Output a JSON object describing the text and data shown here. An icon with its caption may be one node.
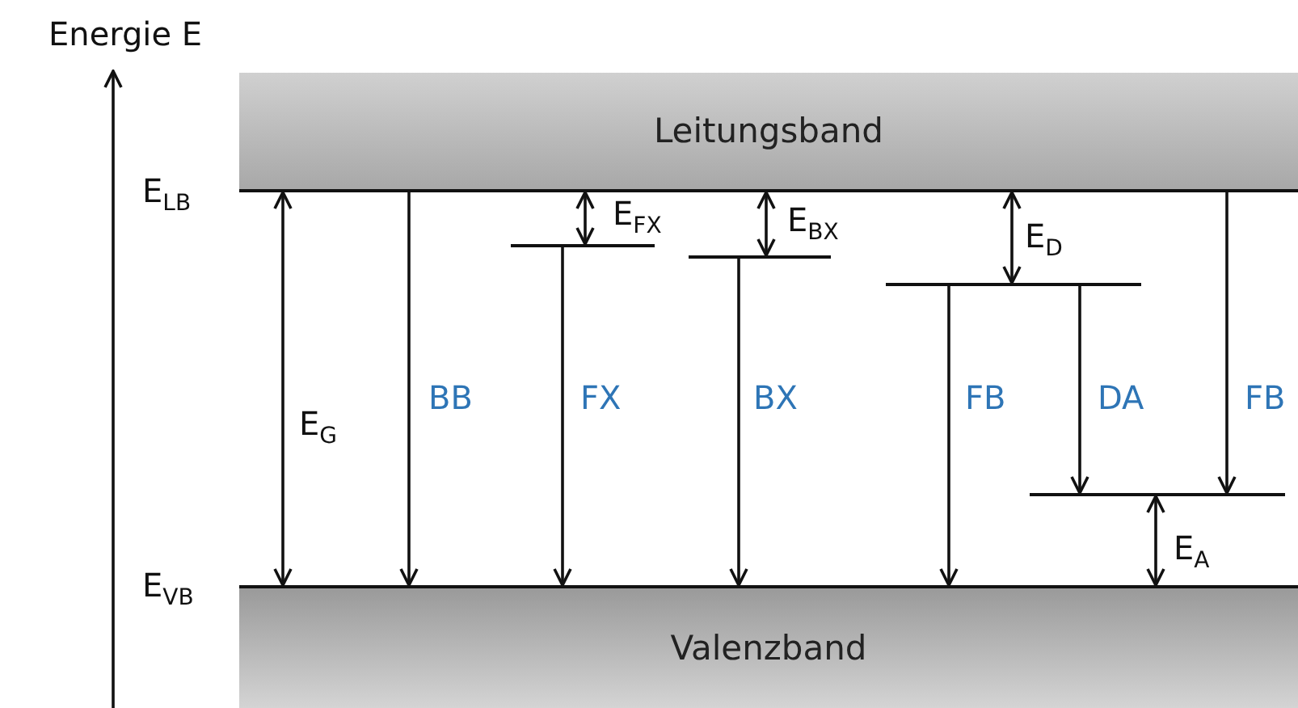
{
  "diagram": {
    "nodes": [
      {
        "text": [
          "Leitungsband"
        ]
      },
      {
        "text": [
          "Valenzband"
        ]
      },
      {
        "text": [],
        "shape": "bar"
      },
      {
        "text": [],
        "shape": "bar"
      },
      {
        "text": [],
        "shape": "bar"
      },
      {
        "text": [],
        "shape": "bar"
      }
    ],
    "edges": [
      {
        "from": 0,
        "to": 1,
        "arrow": "both",
        "label": "E$_{G}$"
      },
      {
        "from": 0,
        "to": 1,
        "arrow": "to",
        "label": "BB"
      },
      {
        "from": 2,
        "to": 1,
        "arrow": "to",
        "label": "FX"
      },
      {
        "from": 3,
        "to": 1,
        "arrow": "to",
        "label": "BX"
      },
      {
        "from": 4,
        "to": 1,
        "arrow": "to",
        "label": "FB"
      },
      {
        "from": 4,
        "to": 5,
        "arrow": "to",
        "label": "DA"
      },
      {
        "from": 0,
        "to": 5,
        "arrow": "to",
        "label": "FB"
      },
      {
        "from": 0,
        "to": 2,
        "arrow": "both",
        "label": "E$_{FX}$"
      },
      {
        "from": 0,
        "to": 3,
        "arrow": "both",
        "label": "E$_{BX}$"
      },
      {
        "from": 0,
        "to": 4,
        "arrow": "both",
        "label": "E$_{D}$"
      },
      {
        "from": 5,
        "to": 1,
        "arrow": "both",
        "label": "E$_{A}$"
      }
    ],
    "labels": [
      "Energie E",
      "E$_{LB}$",
      "E$_{VB}$"
    ]
  }
}
